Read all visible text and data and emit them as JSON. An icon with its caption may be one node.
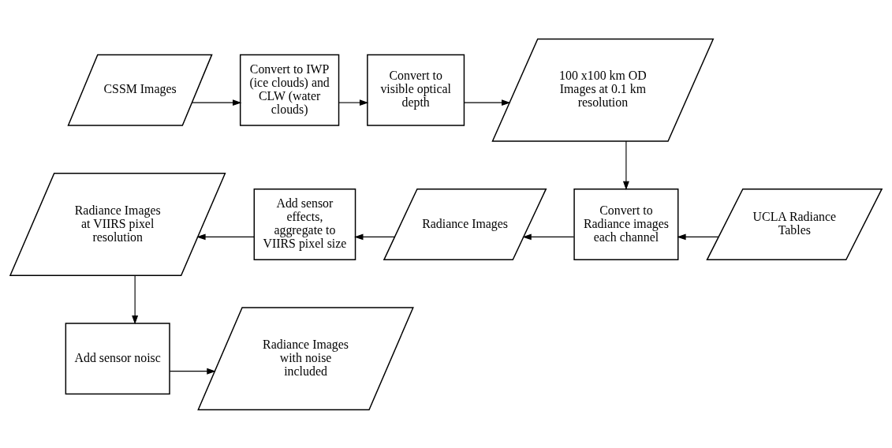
{
  "diagram": {
    "nodes": [
      {
        "text": [
          "CSSM Images"
        ]
      },
      {
        "text": [
          "Convert to IWP (ice clouds) and CLW (water clouds)"
        ]
      },
      {
        "text": [
          "Convert to visible optical depth"
        ]
      },
      {
        "text": [
          "100 x100 km OD Images at 0.1 km resolution"
        ]
      },
      {
        "text": [
          "Radiance Images at VIIRS pixel resolution"
        ]
      },
      {
        "text": [
          "Add sensor effects, aggregate to VIIRS pixel size"
        ]
      },
      {
        "text": [
          "Radiance Images"
        ]
      },
      {
        "text": [
          "Convert to Radiance images each channel"
        ]
      },
      {
        "text": [
          "UCLA Radiance Tables"
        ]
      },
      {
        "text": [
          "Add sensor noisc"
        ]
      },
      {
        "text": [
          "Radiance Images with noise included"
        ]
      }
    ],
    "edges": [
      {
        "from": 0,
        "to": 1,
        "arrow": "to"
      },
      {
        "from": 1,
        "to": 2,
        "arrow": "to"
      },
      {
        "from": 2,
        "to": 3,
        "arrow": "to"
      },
      {
        "from": 3,
        "to": 7,
        "arrow": "to"
      },
      {
        "from": 8,
        "to": 7,
        "arrow": "to"
      },
      {
        "from": 7,
        "to": 6,
        "arrow": "to"
      },
      {
        "from": 6,
        "to": 5,
        "arrow": "to"
      },
      {
        "from": 5,
        "to": 4,
        "arrow": "to"
      },
      {
        "from": 4,
        "to": 9,
        "arrow": "to"
      },
      {
        "from": 9,
        "to": 10,
        "arrow": "to"
      }
    ]
  }
}
